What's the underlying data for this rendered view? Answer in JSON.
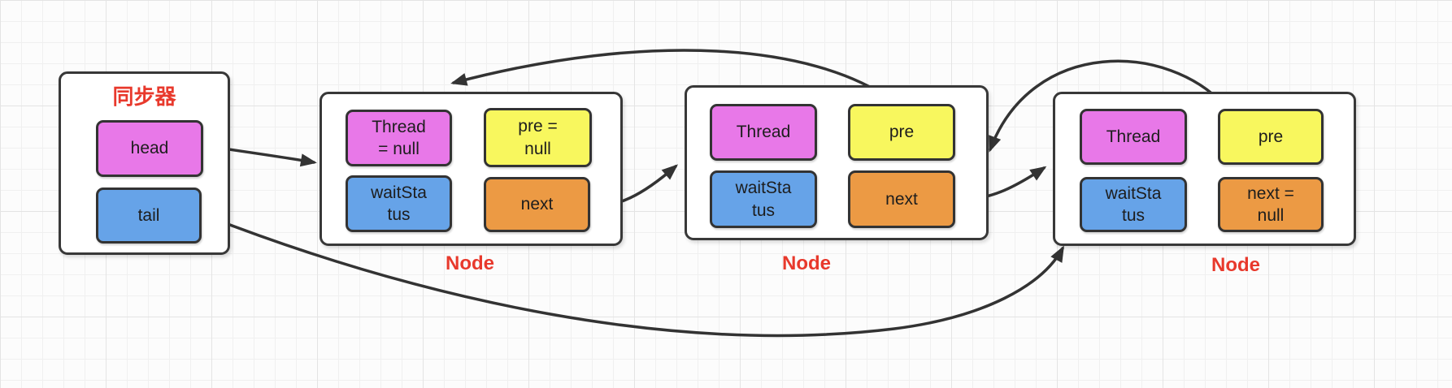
{
  "diagram": {
    "synchronizer": {
      "title": "同步器",
      "head_label": "head",
      "tail_label": "tail"
    },
    "nodes": [
      {
        "caption": "Node",
        "thread": "Thread\n= null",
        "pre": "pre =\nnull",
        "wait_status": "waitSta\ntus",
        "next": "next"
      },
      {
        "caption": "Node",
        "thread": "Thread",
        "pre": "pre",
        "wait_status": "waitSta\ntus",
        "next": "next"
      },
      {
        "caption": "Node",
        "thread": "Thread",
        "pre": "pre",
        "wait_status": "waitSta\ntus",
        "next": "next =\nnull"
      }
    ],
    "edges": [
      {
        "from": "synchronizer.head",
        "to": "node1.left"
      },
      {
        "from": "synchronizer.tail",
        "to": "node3.bottom"
      },
      {
        "from": "node1.next",
        "to": "node2.left"
      },
      {
        "from": "node2.next",
        "to": "node3.left"
      },
      {
        "from": "node2.pre",
        "to": "node1.top"
      },
      {
        "from": "node3.pre",
        "to": "node2.right"
      }
    ],
    "colors": {
      "thread_field": "#e878e8",
      "pre_field": "#f8f75e",
      "wait_status_field": "#66a3e8",
      "next_field": "#ec9a44",
      "head_field": "#e878e8",
      "tail_field": "#66a3e8",
      "caption_text": "#e8392c",
      "title_text": "#e8392c",
      "box_border": "#383838",
      "arrow": "#333333",
      "grid_minor": "#f0f0f0",
      "grid_major": "#e4e4e4",
      "background": "#fcfcfc"
    }
  }
}
